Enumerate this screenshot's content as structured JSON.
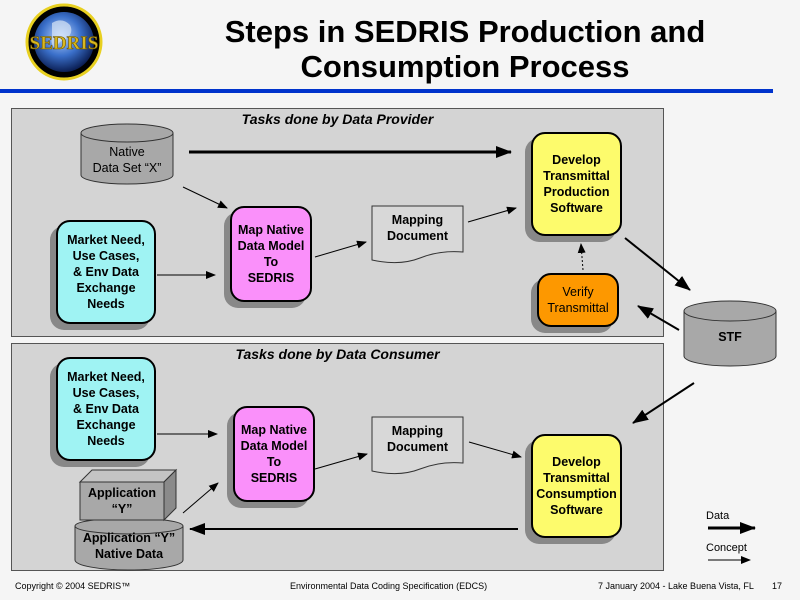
{
  "slide": {
    "title_line1": "Steps in SEDRIS Production and",
    "title_line2": "Consumption Process",
    "logo_text": "SEDRIS"
  },
  "provider_panel": {
    "title": "Tasks done by Data Provider",
    "nodes": {
      "native_data_set": "Native\nData Set “X”",
      "market_need": "Market Need,\nUse Cases,\n& Env Data\nExchange\nNeeds",
      "map_native": "Map Native\nData Model\nTo\nSEDRIS",
      "mapping_document": "Mapping\nDocument",
      "develop_production": "Develop\nTransmittal\nProduction\nSoftware",
      "verify_transmittal": "Verify\nTransmittal"
    }
  },
  "stf": {
    "label": "STF"
  },
  "consumer_panel": {
    "title": "Tasks done by Data Consumer",
    "nodes": {
      "market_need": "Market Need,\nUse Cases,\n& Env Data\nExchange\nNeeds",
      "map_native": "Map Native\nData Model\nTo\nSEDRIS",
      "mapping_document": "Mapping\nDocument",
      "develop_consumption": "Develop\nTransmittal\nConsumption\nSoftware",
      "application_y": "Application\n“Y”",
      "application_y_native_data": "Application “Y”\nNative Data"
    }
  },
  "legend": {
    "data_label": "Data",
    "concept_label": "Concept"
  },
  "footer": {
    "copyright": "Copyright © 2004 SEDRIS™",
    "center": "Environmental Data Coding Specification (EDCS)",
    "date_location": "7 January 2004 - Lake Buena Vista, FL",
    "page_number": "17"
  },
  "colors": {
    "title_rule": "#0033cc",
    "cyan_node": "#9ff3f3",
    "pink_node": "#fa90fa",
    "yellow_node": "#fdfb6c",
    "orange_node": "#fd9800",
    "gray_node": "#a8a8a8",
    "panel_bg": "#d4d4d4"
  }
}
